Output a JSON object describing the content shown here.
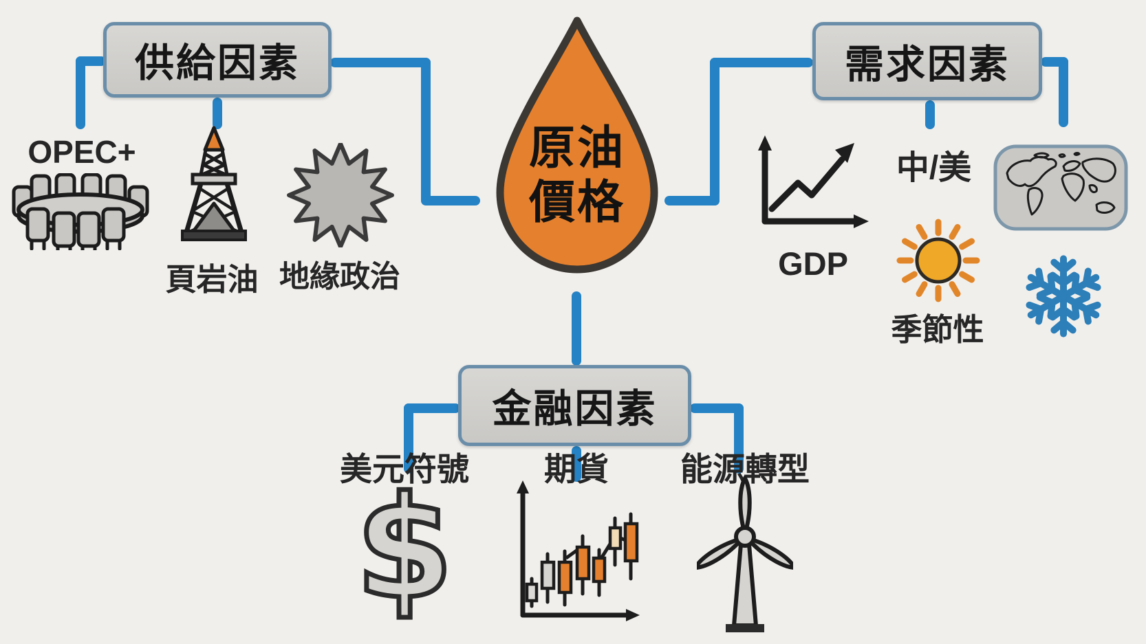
{
  "colors": {
    "background": "#f1efec",
    "connector_blue": "#2583c5",
    "node_fill": "#cfcecb",
    "node_border": "#6a8ea9",
    "drop_orange": "#e5812e",
    "outline_dark": "#3b3733",
    "text_dark": "#262626",
    "sun_yellow": "#efa827",
    "ray_orange": "#e2862a",
    "snowflake_blue": "#2c7fb8"
  },
  "center": {
    "icon": "oil-drop",
    "line1": "原油",
    "line2": "價格"
  },
  "branches": {
    "supply": {
      "label": "供給因素",
      "items": [
        {
          "label": "OPEC+",
          "icon": "round-table"
        },
        {
          "label": "頁岩油",
          "icon": "oil-derrick"
        },
        {
          "label": "地緣政治",
          "icon": "starburst"
        }
      ]
    },
    "demand": {
      "label": "需求因素",
      "items": [
        {
          "label": "GDP",
          "icon": "growth-chart"
        },
        {
          "label": "中/美",
          "icon": "world-map"
        },
        {
          "label": "季節性",
          "icon": "sun"
        },
        {
          "label": "",
          "icon": "snowflake"
        }
      ]
    },
    "finance": {
      "label": "金融因素",
      "items": [
        {
          "label": "美元符號",
          "icon": "dollar-sign",
          "symbol": "$"
        },
        {
          "label": "期貨",
          "icon": "candlestick-chart"
        },
        {
          "label": "能源轉型",
          "icon": "wind-turbine"
        }
      ]
    }
  }
}
